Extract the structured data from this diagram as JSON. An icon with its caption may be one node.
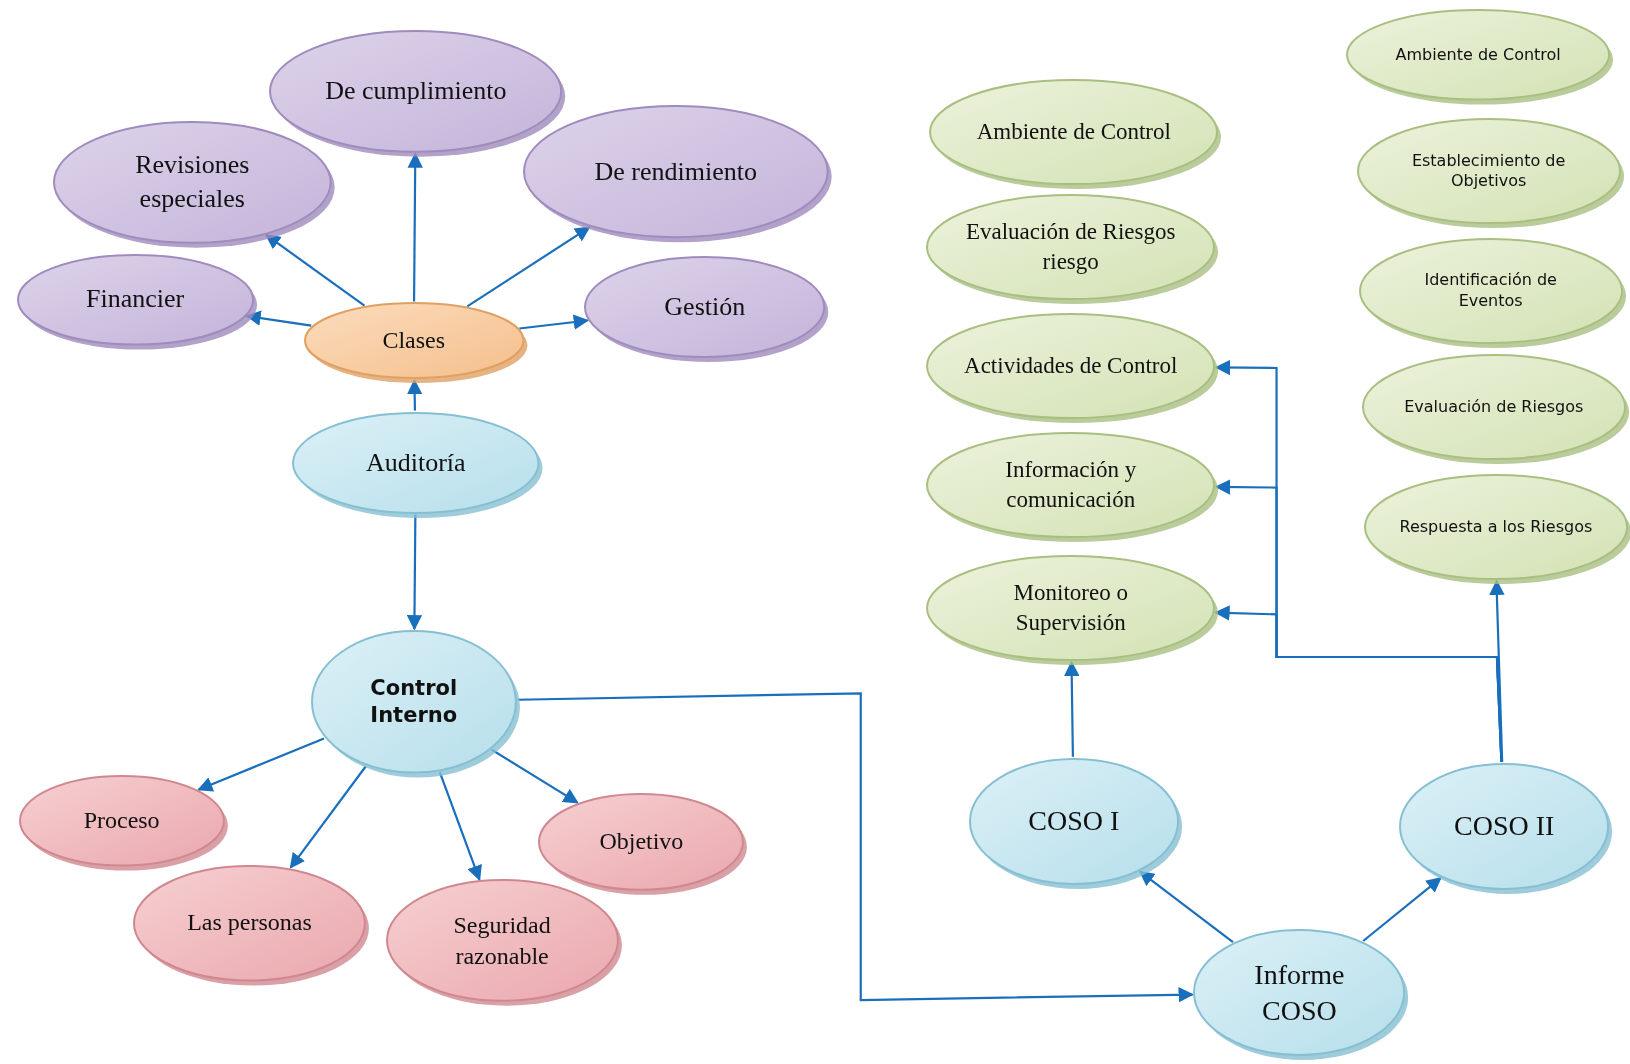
{
  "diagram": {
    "nodes": [
      {
        "text": [
          "De cumplimiento"
        ]
      },
      {
        "text": [
          "Revisiones especiales"
        ]
      },
      {
        "text": [
          "De rendimiento"
        ]
      },
      {
        "text": [
          "Financier"
        ]
      },
      {
        "text": [
          "Gestión"
        ]
      },
      {
        "text": [
          "Clases"
        ]
      },
      {
        "text": [
          "Auditoría"
        ]
      },
      {
        "text": [
          "Control Interno"
        ]
      },
      {
        "text": [
          "Proceso"
        ]
      },
      {
        "text": [
          "Objetivo"
        ]
      },
      {
        "text": [
          "Las personas"
        ]
      },
      {
        "text": [
          "Seguridad razonable"
        ]
      },
      {
        "text": [
          "Ambiente de Control"
        ]
      },
      {
        "text": [
          "Evaluación de Riesgos riesgo"
        ]
      },
      {
        "text": [
          "Actividades de Control"
        ]
      },
      {
        "text": [
          "Información y comunicación"
        ]
      },
      {
        "text": [
          "Monitoreo o Supervisión"
        ]
      },
      {
        "text": [
          "Ambiente de Control"
        ]
      },
      {
        "text": [
          "Establecimiento de Objetivos"
        ]
      },
      {
        "text": [
          "Identificación de Eventos"
        ]
      },
      {
        "text": [
          "Evaluación de Riesgos"
        ]
      },
      {
        "text": [
          "Respuesta a los Riesgos"
        ]
      },
      {
        "text": [
          "COSO I"
        ]
      },
      {
        "text": [
          "COSO II"
        ]
      },
      {
        "text": [
          "Informe COSO"
        ]
      }
    ],
    "edges": [
      {
        "from": 5,
        "to": 3,
        "arrow": "to"
      },
      {
        "from": 5,
        "to": 1,
        "arrow": "to"
      },
      {
        "from": 5,
        "to": 0,
        "arrow": "to"
      },
      {
        "from": 5,
        "to": 2,
        "arrow": "to"
      },
      {
        "from": 5,
        "to": 4,
        "arrow": "to"
      },
      {
        "from": 6,
        "to": 5,
        "arrow": "to"
      },
      {
        "from": 6,
        "to": 7,
        "arrow": "to"
      },
      {
        "from": 7,
        "to": 8,
        "arrow": "to"
      },
      {
        "from": 7,
        "to": 10,
        "arrow": "to"
      },
      {
        "from": 7,
        "to": 11,
        "arrow": "to"
      },
      {
        "from": 7,
        "to": 9,
        "arrow": "to"
      },
      {
        "from": 7,
        "to": 24,
        "arrow": "to"
      },
      {
        "from": 24,
        "to": 22,
        "arrow": "to"
      },
      {
        "from": 24,
        "to": 23,
        "arrow": "to"
      },
      {
        "from": 22,
        "to": 16,
        "arrow": "to"
      },
      {
        "from": 23,
        "to": 21,
        "arrow": "to"
      },
      {
        "from": 23,
        "to": 14,
        "arrow": "to"
      },
      {
        "from": 23,
        "to": 15,
        "arrow": "to"
      },
      {
        "from": 23,
        "to": 16,
        "arrow": "to"
      }
    ]
  }
}
